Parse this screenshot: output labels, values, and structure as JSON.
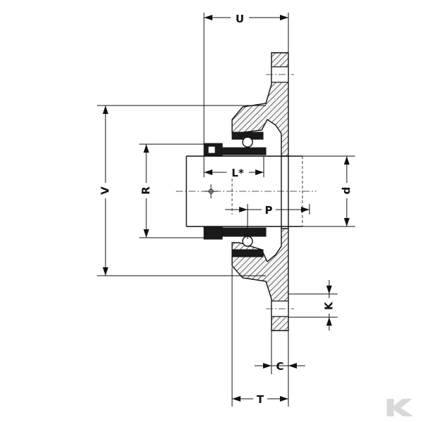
{
  "figure": {
    "dimension_labels": {
      "U": "U",
      "V": "V",
      "R": "R",
      "L": "L*",
      "d": "d",
      "P": "P",
      "K": "K",
      "C": "C",
      "T": "T"
    },
    "watermark_logo": "K",
    "colors": {
      "ink": "#111111",
      "background": "#ffffff",
      "logo": "#d9d9d9"
    }
  }
}
